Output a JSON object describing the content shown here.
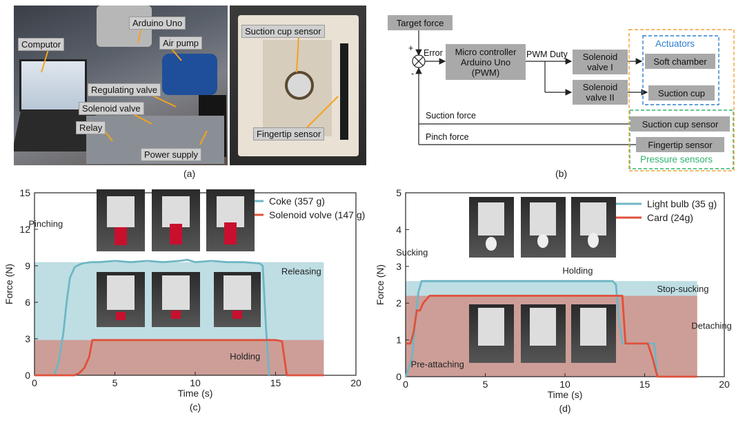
{
  "panel_a": {
    "caption": "(a)",
    "labels": {
      "arduino": "Arduino Uno",
      "computer": "Computor",
      "air_pump": "Air pump",
      "regulating_valve": "Regulating valve",
      "solenoid_valve": "Solenoid valve",
      "relay": "Relay",
      "power_supply": "Power supply",
      "suction_cup_sensor": "Suction cup sensor",
      "fingertip_sensor": "Fingertip sensor"
    }
  },
  "panel_b": {
    "caption": "(b)",
    "target_force": "Target force",
    "error": "Error",
    "plus": "+",
    "minus": "-",
    "mcu": "Micro controller Arduino Uno (PWM)",
    "pwm_duty": "PWM Duty",
    "valve1": "Solenoid valve I",
    "valve2": "Solenoid valve II",
    "actuators": "Actuators",
    "soft_chamber": "Soft chamber",
    "suction_cup": "Suction cup",
    "suction_force": "Suction force",
    "pinch_force": "Pinch force",
    "suction_cup_sensor": "Suction cup sensor",
    "fingertip_sensor": "Fingertip sensor",
    "pressure_sensors": "Pressure sensors"
  },
  "chart_data": [
    {
      "id": "c",
      "type": "line",
      "caption": "(c)",
      "xlabel": "Time (s)",
      "ylabel": "Force (N)",
      "xlim": [
        0,
        20
      ],
      "ylim": [
        0,
        15
      ],
      "xticks": [
        0,
        5,
        10,
        15,
        20
      ],
      "yticks": [
        0,
        3,
        6,
        9,
        12,
        15
      ],
      "legend_position": "top-right",
      "series": [
        {
          "name": "Coke (357 g)",
          "color": "#6fb6c4",
          "x": [
            1.2,
            1.5,
            1.8,
            2.0,
            2.2,
            2.5,
            2.8,
            3.0,
            3.5,
            4.0,
            5.0,
            6.0,
            7.0,
            8.0,
            9.0,
            9.5,
            10.0,
            11.0,
            12.0,
            13.0,
            14.0,
            14.2,
            14.4,
            14.6
          ],
          "y": [
            0,
            1.0,
            3.5,
            6.0,
            8.0,
            8.9,
            9.1,
            9.2,
            9.3,
            9.3,
            9.4,
            9.3,
            9.4,
            9.3,
            9.4,
            9.5,
            9.3,
            9.4,
            9.3,
            9.3,
            9.2,
            9.0,
            4.0,
            0
          ]
        },
        {
          "name": "Solenoid volve (147 g)",
          "color": "#e0503a",
          "x": [
            0,
            2.5,
            2.8,
            3.1,
            3.4,
            3.6,
            4.0,
            6.0,
            8.0,
            10.0,
            12.0,
            14.0,
            15.0,
            15.4,
            15.7,
            16.0,
            18.0
          ],
          "y": [
            0,
            0,
            0.2,
            0.6,
            1.5,
            2.9,
            2.9,
            2.9,
            2.9,
            2.9,
            2.9,
            2.9,
            2.9,
            2.8,
            0,
            0,
            0
          ]
        }
      ],
      "regions": [
        {
          "x0": 0,
          "x1": 18,
          "y0": 0,
          "y1": 9.3,
          "color": "#6fb6c4"
        },
        {
          "x0": 0,
          "x1": 18,
          "y0": 0,
          "y1": 2.9,
          "color": "#e0503a"
        }
      ],
      "annotations": [
        {
          "text": "Pinching",
          "x": 0.7,
          "y": 12.2
        },
        {
          "text": "Releasing",
          "x": 16.6,
          "y": 8.3
        },
        {
          "text": "Holding",
          "x": 13.1,
          "y": 1.3
        }
      ]
    },
    {
      "id": "d",
      "type": "line",
      "caption": "(d)",
      "xlabel": "Time (s)",
      "ylabel": "Force (N)",
      "xlim": [
        0,
        20
      ],
      "ylim": [
        0,
        5
      ],
      "xticks": [
        0,
        5,
        10,
        15,
        20
      ],
      "yticks": [
        0,
        1,
        2,
        3,
        4,
        5
      ],
      "legend_position": "top-right",
      "series": [
        {
          "name": "Light bulb (35 g)",
          "color": "#6fb6c4",
          "x": [
            0,
            0.4,
            0.6,
            0.8,
            1.0,
            1.5,
            3.0,
            5.0,
            7.0,
            8.0,
            10.0,
            12.0,
            13.0,
            13.2,
            13.4,
            13.6,
            14.0,
            15.0,
            15.6,
            15.8
          ],
          "y": [
            0,
            0.5,
            1.5,
            2.3,
            2.6,
            2.6,
            2.6,
            2.6,
            2.6,
            2.6,
            2.6,
            2.6,
            2.6,
            2.5,
            1.5,
            0.9,
            0.9,
            0.9,
            0.9,
            0
          ]
        },
        {
          "name": "Card (24g)",
          "color": "#e0503a",
          "x": [
            0,
            0.3,
            0.5,
            0.7,
            0.9,
            1.1,
            1.3,
            1.5,
            3.0,
            6.0,
            9.0,
            12.0,
            13.0,
            13.6,
            13.8,
            14.0,
            15.0,
            15.2,
            15.5,
            15.8,
            18.3
          ],
          "y": [
            0.9,
            0.9,
            1.2,
            1.8,
            1.8,
            2.0,
            2.1,
            2.2,
            2.2,
            2.2,
            2.2,
            2.2,
            2.2,
            2.2,
            0.9,
            0.9,
            0.9,
            0.9,
            0.5,
            0,
            0
          ]
        }
      ],
      "regions": [
        {
          "x0": 0,
          "x1": 18.3,
          "y0": 0,
          "y1": 2.6,
          "color": "#6fb6c4"
        },
        {
          "x0": 0,
          "x1": 18.3,
          "y0": 0,
          "y1": 2.2,
          "color": "#e0503a"
        }
      ],
      "annotations": [
        {
          "text": "Sucking",
          "x": 0.4,
          "y": 3.3
        },
        {
          "text": "Holding",
          "x": 10.8,
          "y": 2.8
        },
        {
          "text": "Stop-sucking",
          "x": 17.4,
          "y": 2.3
        },
        {
          "text": "Detaching",
          "x": 19.2,
          "y": 1.3
        },
        {
          "text": "Pre-attaching",
          "x": 2.0,
          "y": 0.25
        }
      ]
    }
  ]
}
